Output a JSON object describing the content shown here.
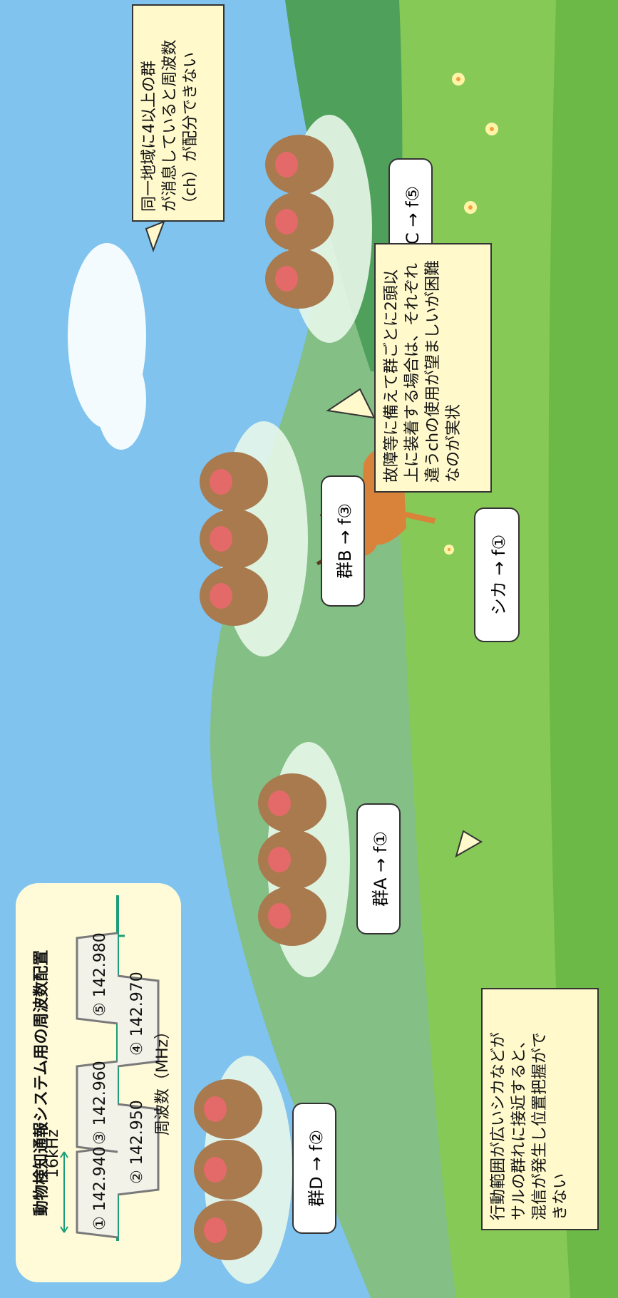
{
  "title": "動物検知通報システム用の周波数配置",
  "bandwidth_label": "16kHz",
  "axis_label": "周波数（MHz）",
  "channels": [
    {
      "label": "① 142.940"
    },
    {
      "label": "② 142.950"
    },
    {
      "label": "③ 142.960"
    },
    {
      "label": "④ 142.970"
    },
    {
      "label": "⑤ 142.980"
    }
  ],
  "groups": {
    "d": "群D → f②",
    "a": "群A → f①",
    "b": "群B → f③",
    "c": "群C → f⑤",
    "deer": "シカ → f①"
  },
  "notes": {
    "deer_note": [
      "行動範囲が広いシカなどが",
      "サルの群れに接近すると、",
      "混信が発生し位置把握がで",
      "きない"
    ],
    "double_note": [
      "故障等に備えて群ごとに2頭以",
      "上に装着する場合は、それぞれ",
      "違うchの使用が望ましいが困難",
      "なのが実状"
    ],
    "region_note": [
      "同一地域に4以上の群",
      "が消息していると周波数",
      "（ch）が配分できない"
    ]
  },
  "colors": {
    "sky": "#7fc3ee",
    "mountain_far": "#84bf86",
    "mountain_near": "#5aa35f",
    "grass": "#86c957",
    "panel": "#fffbd9",
    "axis": "#1a9e77",
    "note": "#fff9cc"
  }
}
